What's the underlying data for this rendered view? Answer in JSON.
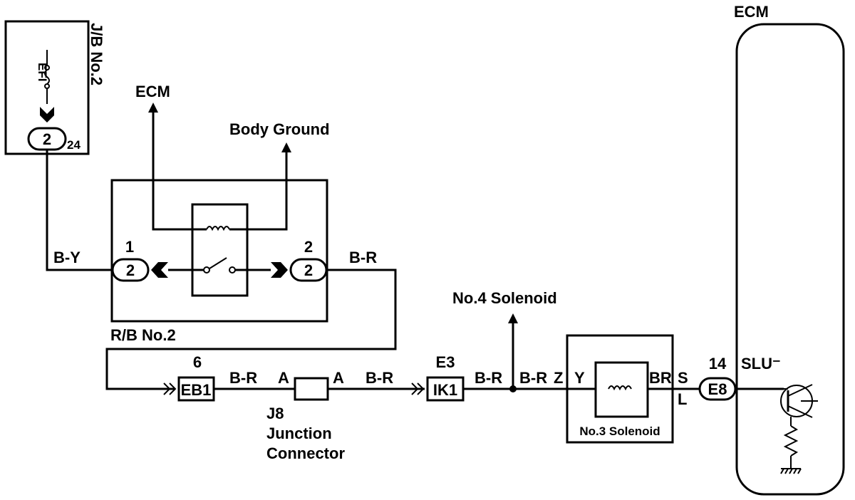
{
  "labels": {
    "jb": "J/B No.2",
    "efi": "EFI",
    "conn24": "24",
    "ecm_top": "ECM",
    "ecm_arrow": "ECM",
    "body_ground": "Body Ground",
    "relay_pin1": "1",
    "relay_pin1_conn": "2",
    "relay_pin2": "2",
    "relay_pin2_conn": "2",
    "jb_conn": "2",
    "wire_by": "B-Y",
    "wire_br_relay": "B-R",
    "rb": "R/B No.2",
    "pin6": "6",
    "eb1": "EB1",
    "wire_br_1": "B-R",
    "j_a_left": "A",
    "j_a_right": "A",
    "wire_br_2": "B-R",
    "j8": "J8",
    "junction": "Junction",
    "connector": "Connector",
    "e3": "E3",
    "ik1": "IK1",
    "wire_br_3": "B-R",
    "wire_br_4": "B-R",
    "no4": "No.4 Solenoid",
    "z": "Z",
    "y": "Y",
    "br": "BR",
    "s": "S",
    "l": "L",
    "no3": "No.3 Solenoid",
    "pin14": "14",
    "e8": "E8",
    "slu": "SLU⁻"
  }
}
